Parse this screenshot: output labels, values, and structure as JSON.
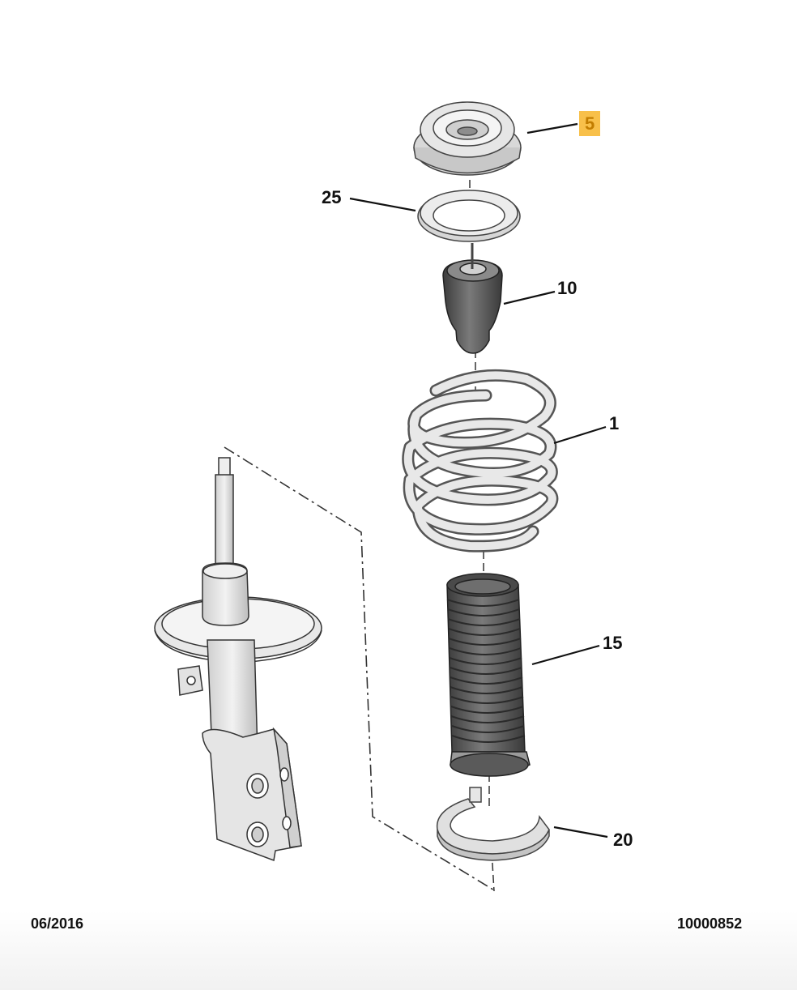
{
  "callouts": {
    "part_5": "5",
    "part_25": "25",
    "part_10": "10",
    "part_1": "1",
    "part_15": "15",
    "part_20": "20"
  },
  "footer": {
    "date": "06/2016",
    "reference": "10000852"
  },
  "colors": {
    "highlight": "#f8c04a",
    "line": "#222222",
    "part_fill": "#e4e4e4",
    "part_shade": "#bdbdbd",
    "boot_fill": "#585858"
  }
}
